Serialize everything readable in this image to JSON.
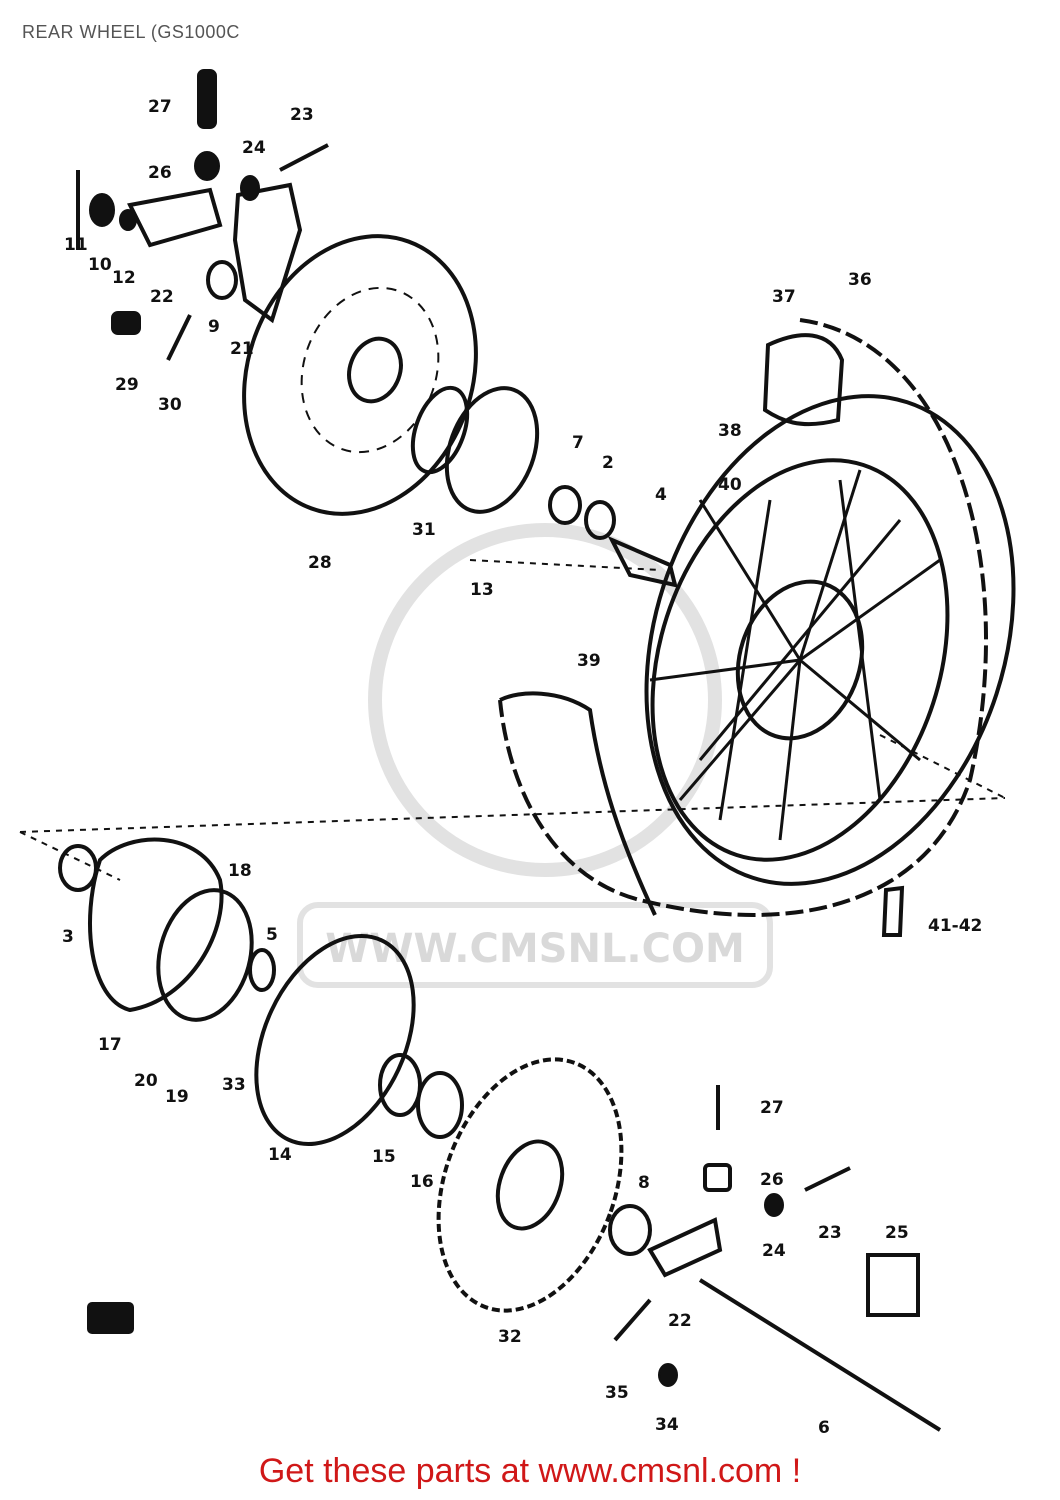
{
  "title": "REAR WHEEL (GS1000C",
  "footer": "Get these parts at www.cmsnl.com !",
  "watermark": "WWW.CMSNL.COM",
  "colors": {
    "ink": "#111111",
    "footer": "#d01818",
    "watermark": "#d9d9d9",
    "background": "#ffffff"
  },
  "callouts": {
    "c27a": "27",
    "c23a": "23",
    "c26a": "26",
    "c24a": "24",
    "c11": "11",
    "c10": "10",
    "c12": "12",
    "c22a": "22",
    "c9": "9",
    "c21": "21",
    "c29": "29",
    "c30": "30",
    "c28": "28",
    "c31": "31",
    "c13": "13",
    "c7": "7",
    "c2": "2",
    "c4": "4",
    "c37": "37",
    "c36": "36",
    "c38": "38",
    "c40": "40",
    "c39": "39",
    "c3": "3",
    "c18": "18",
    "c5": "5",
    "c17": "17",
    "c20": "20",
    "c19": "19",
    "c33": "33",
    "c14": "14",
    "c15": "15",
    "c16": "16",
    "c4142": "41-42",
    "c27b": "27",
    "c26b": "26",
    "c23b": "23",
    "c24b": "24",
    "c8": "8",
    "c22b": "22",
    "c25": "25",
    "c32": "32",
    "c35": "35",
    "c34": "34",
    "c6": "6"
  }
}
